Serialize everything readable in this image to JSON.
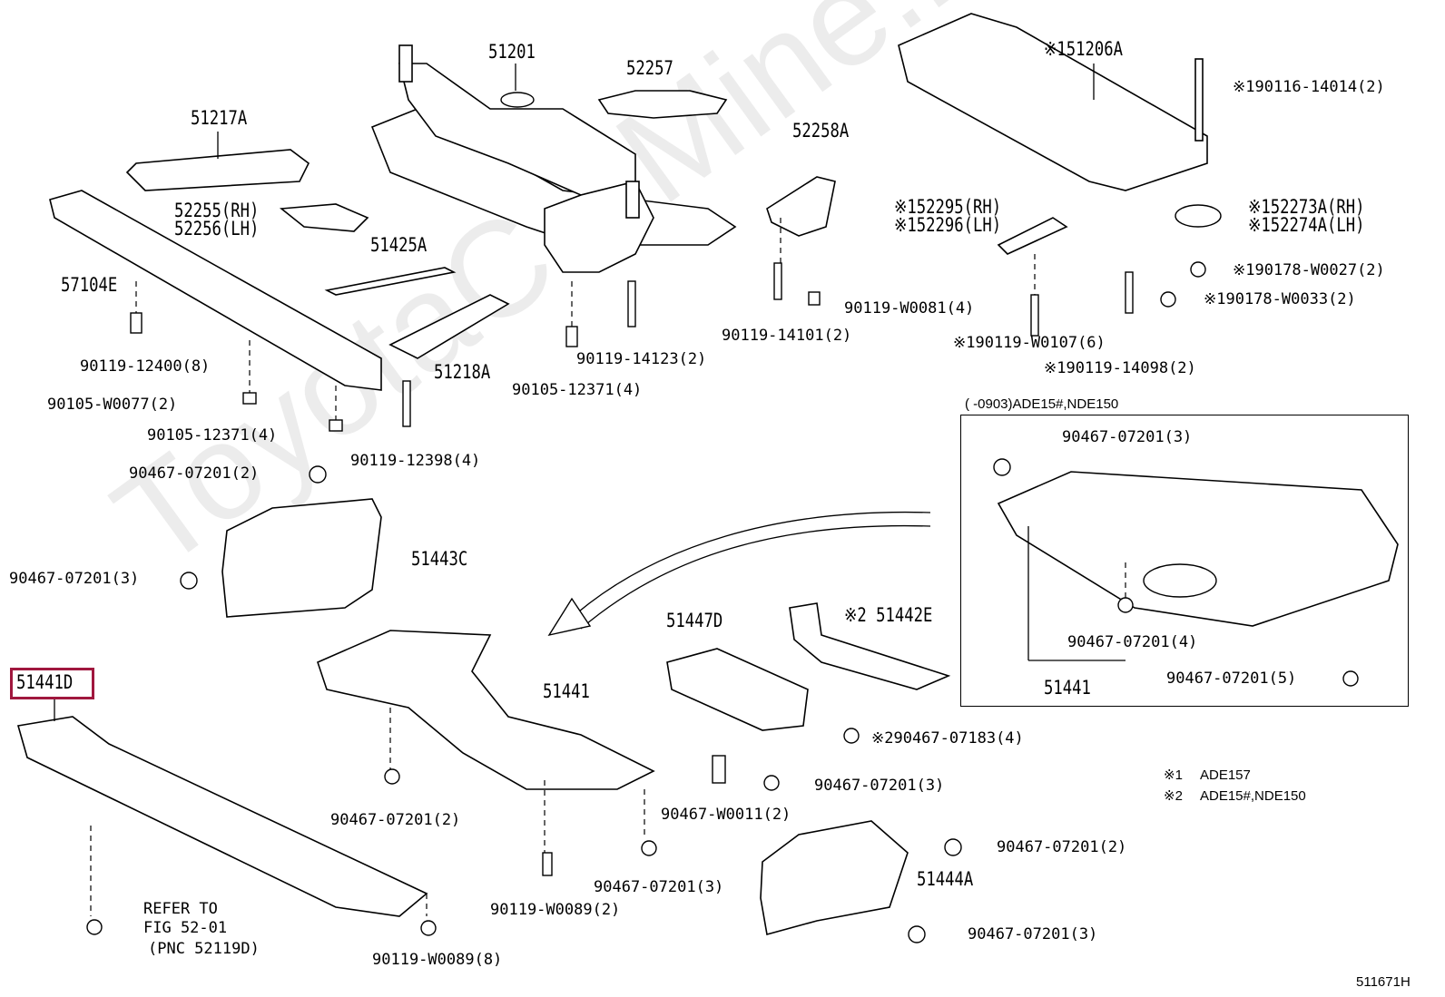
{
  "watermark": "ToyotaCarMine.ru",
  "diagram_id": "511671H",
  "inset_title": "(    -0903)ADE15#,NDE150",
  "highlighted_part": "51441D",
  "refer": {
    "line1": "REFER TO",
    "line2": "FIG 52-01",
    "line3": "(PNC 52119D)"
  },
  "legend": [
    {
      "mark": "※1",
      "text": "ADE157"
    },
    {
      "mark": "※2",
      "text": "ADE15#,NDE150"
    }
  ],
  "parts": [
    "51201",
    "52257",
    "51217A",
    "52255(RH)",
    "52256(LH)",
    "51425A",
    "57104E",
    "51218A",
    "52258A",
    "※151206A",
    "※152295(RH)",
    "※152296(LH)",
    "※152273A(RH)",
    "※152274A(LH)",
    "51443C",
    "51447D",
    "※2 51442E",
    "51441",
    "51441",
    "51441D",
    "51444A"
  ],
  "fasteners": [
    "※190116-14014(2)",
    "90119-12400(8)",
    "90105-W0077(2)",
    "90105-12371(4)",
    "90119-12398(4)",
    "90105-12371(4)",
    "90119-14123(2)",
    "90119-14101(2)",
    "90119-W0081(4)",
    "※190119-W0107(6)",
    "※190119-14098(2)",
    "※190178-W0027(2)",
    "※190178-W0033(2)",
    "90467-07201(2)",
    "90467-07201(3)",
    "90467-07201(3)",
    "90467-07201(4)",
    "90467-07201(5)",
    "※290467-07183(4)",
    "90467-07201(2)",
    "90467-W0011(2)",
    "90467-07201(3)",
    "90119-W0089(2)",
    "90467-07201(3)",
    "90467-07201(2)",
    "90467-07201(3)",
    "90119-W0089(8)"
  ]
}
